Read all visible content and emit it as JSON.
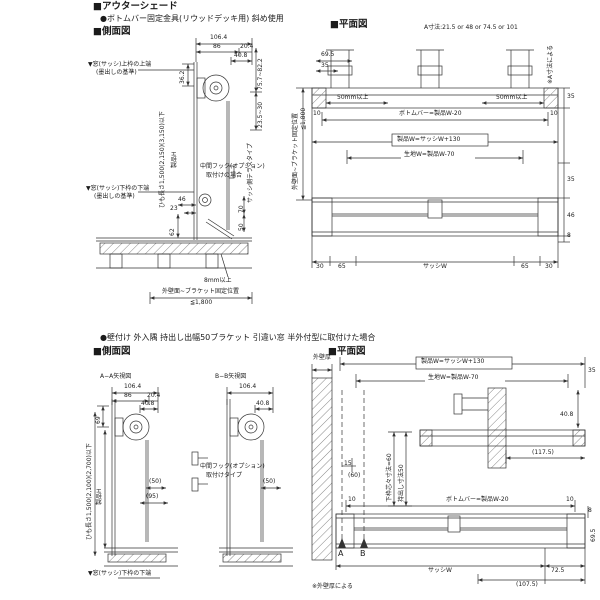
{
  "colors": {
    "ink": "#1b1b1b",
    "line": "#333333",
    "background": "#ffffff"
  },
  "header": {
    "title": "■アウターシェード",
    "subtitle": "●ボトムバー固定金具(リウッドデッキ用) 斜め使用",
    "side_heading": "■側面図",
    "plan_heading": "■平面図",
    "a_note": "A寸法:21.5 or 48 or 74.5 or 101"
  },
  "section2": {
    "title": "●壁付け 外入隅 持出し出幅50ブラケット 引違い窓 半外付型に取付けた場合",
    "side_heading": "■側面図",
    "plan_heading": "■平面図"
  },
  "ts": {
    "d106": "106.4",
    "d86": "86",
    "d204": "20.4",
    "d408": "40.8",
    "d362": "36.2",
    "d757": "75.7~82.2",
    "d235": "23.5~30",
    "upper_note1": "▼窓(サッシ)上枠の上端",
    "upper_note2": "(墨出しの基準)",
    "himo": "ひも長さ1,500(2,150)(3,150)以下",
    "seihinH": "製品H",
    "hook1": "中間フック(オプション)",
    "hook2": "取付けの場合",
    "terrace": "サッシ側テラスタイプ",
    "lower_note1": "▼窓(サッシ)下枠の下端",
    "lower_note2": "(墨出しの基準)",
    "d46": "46",
    "d23": "23",
    "d62": "62",
    "d70": "70",
    "d50": "50",
    "d8mm": "8mm以上",
    "fix1": "外壁面~ブラケット固定位置",
    "fix2": "≦1,800"
  },
  "tp": {
    "d695": "69.5",
    "d35a": "35",
    "note": "※A寸法による",
    "min50L": "50mm以上",
    "min50R": "50mm以上",
    "d10L": "10",
    "d10R": "10",
    "bottombar": "ボトムバー=製品W-20",
    "seihinW": "製品W=サッシW+130",
    "kijiW": "生地W=製品W-70",
    "fix1": "外壁面~ブラケット固定位置",
    "fix2": "≦1,800",
    "d35b": "35",
    "d35c": "35",
    "d46": "46",
    "d8": "8",
    "d30L": "30",
    "d65L": "65",
    "sashW": "サッシW",
    "d65R": "65",
    "d30R": "30"
  },
  "bs": {
    "aa": "A−A矢視図",
    "bb": "B−B矢視図",
    "a_d106": "106.4",
    "a_d86": "86",
    "a_d204": "20.4",
    "a_d408": "40.8",
    "b_d106": "106.4",
    "b_d408": "40.8",
    "d69": "69",
    "himo": "ひも長さ1,500(2,100)(2,700)以下",
    "seihinH": "製品H",
    "hook1": "中間フック(オプション)",
    "hook2": "取付けタイプ",
    "p50a": "(50)",
    "p50b": "(50)",
    "p95": "(95)",
    "bottom_note": "▼窓(サッシ)下枠の下端"
  },
  "bp": {
    "wall": "外壁厚",
    "seihinW": "製品W=サッシW+130",
    "kijiW": "生地W=製品W-70",
    "d35": "35",
    "d408": "40.8",
    "shimo": "下枠芯々寸法=60",
    "mochidashi": "持出し寸法50",
    "d15": "15",
    "p60": "(60)",
    "d10L": "10",
    "d10R": "10",
    "bottombar": "ボトムバー=製品W-20",
    "sashW": "サッシW",
    "p1175": "(117.5)",
    "d725": "72.5",
    "p1075": "(107.5)",
    "wallnote": "※外壁厚による",
    "mA": "A",
    "mB": "B",
    "d8": "8",
    "d695": "69.5"
  }
}
